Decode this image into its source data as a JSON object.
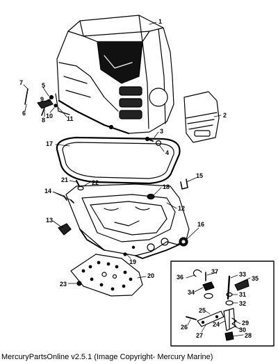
{
  "callouts": [
    "1",
    "2",
    "3",
    "4",
    "5",
    "6",
    "7",
    "8",
    "9",
    "10",
    "11",
    "12",
    "13",
    "14",
    "15",
    "16",
    "17",
    "18",
    "19",
    "20",
    "21",
    "22",
    "23",
    "24",
    "25",
    "26",
    "27",
    "28",
    "29",
    "30",
    "31",
    "32",
    "33",
    "34",
    "35",
    "36",
    "37"
  ],
  "caption": "MercuryPartsOnline v2.5.1 (Image Copyright- Mercury Marine)"
}
